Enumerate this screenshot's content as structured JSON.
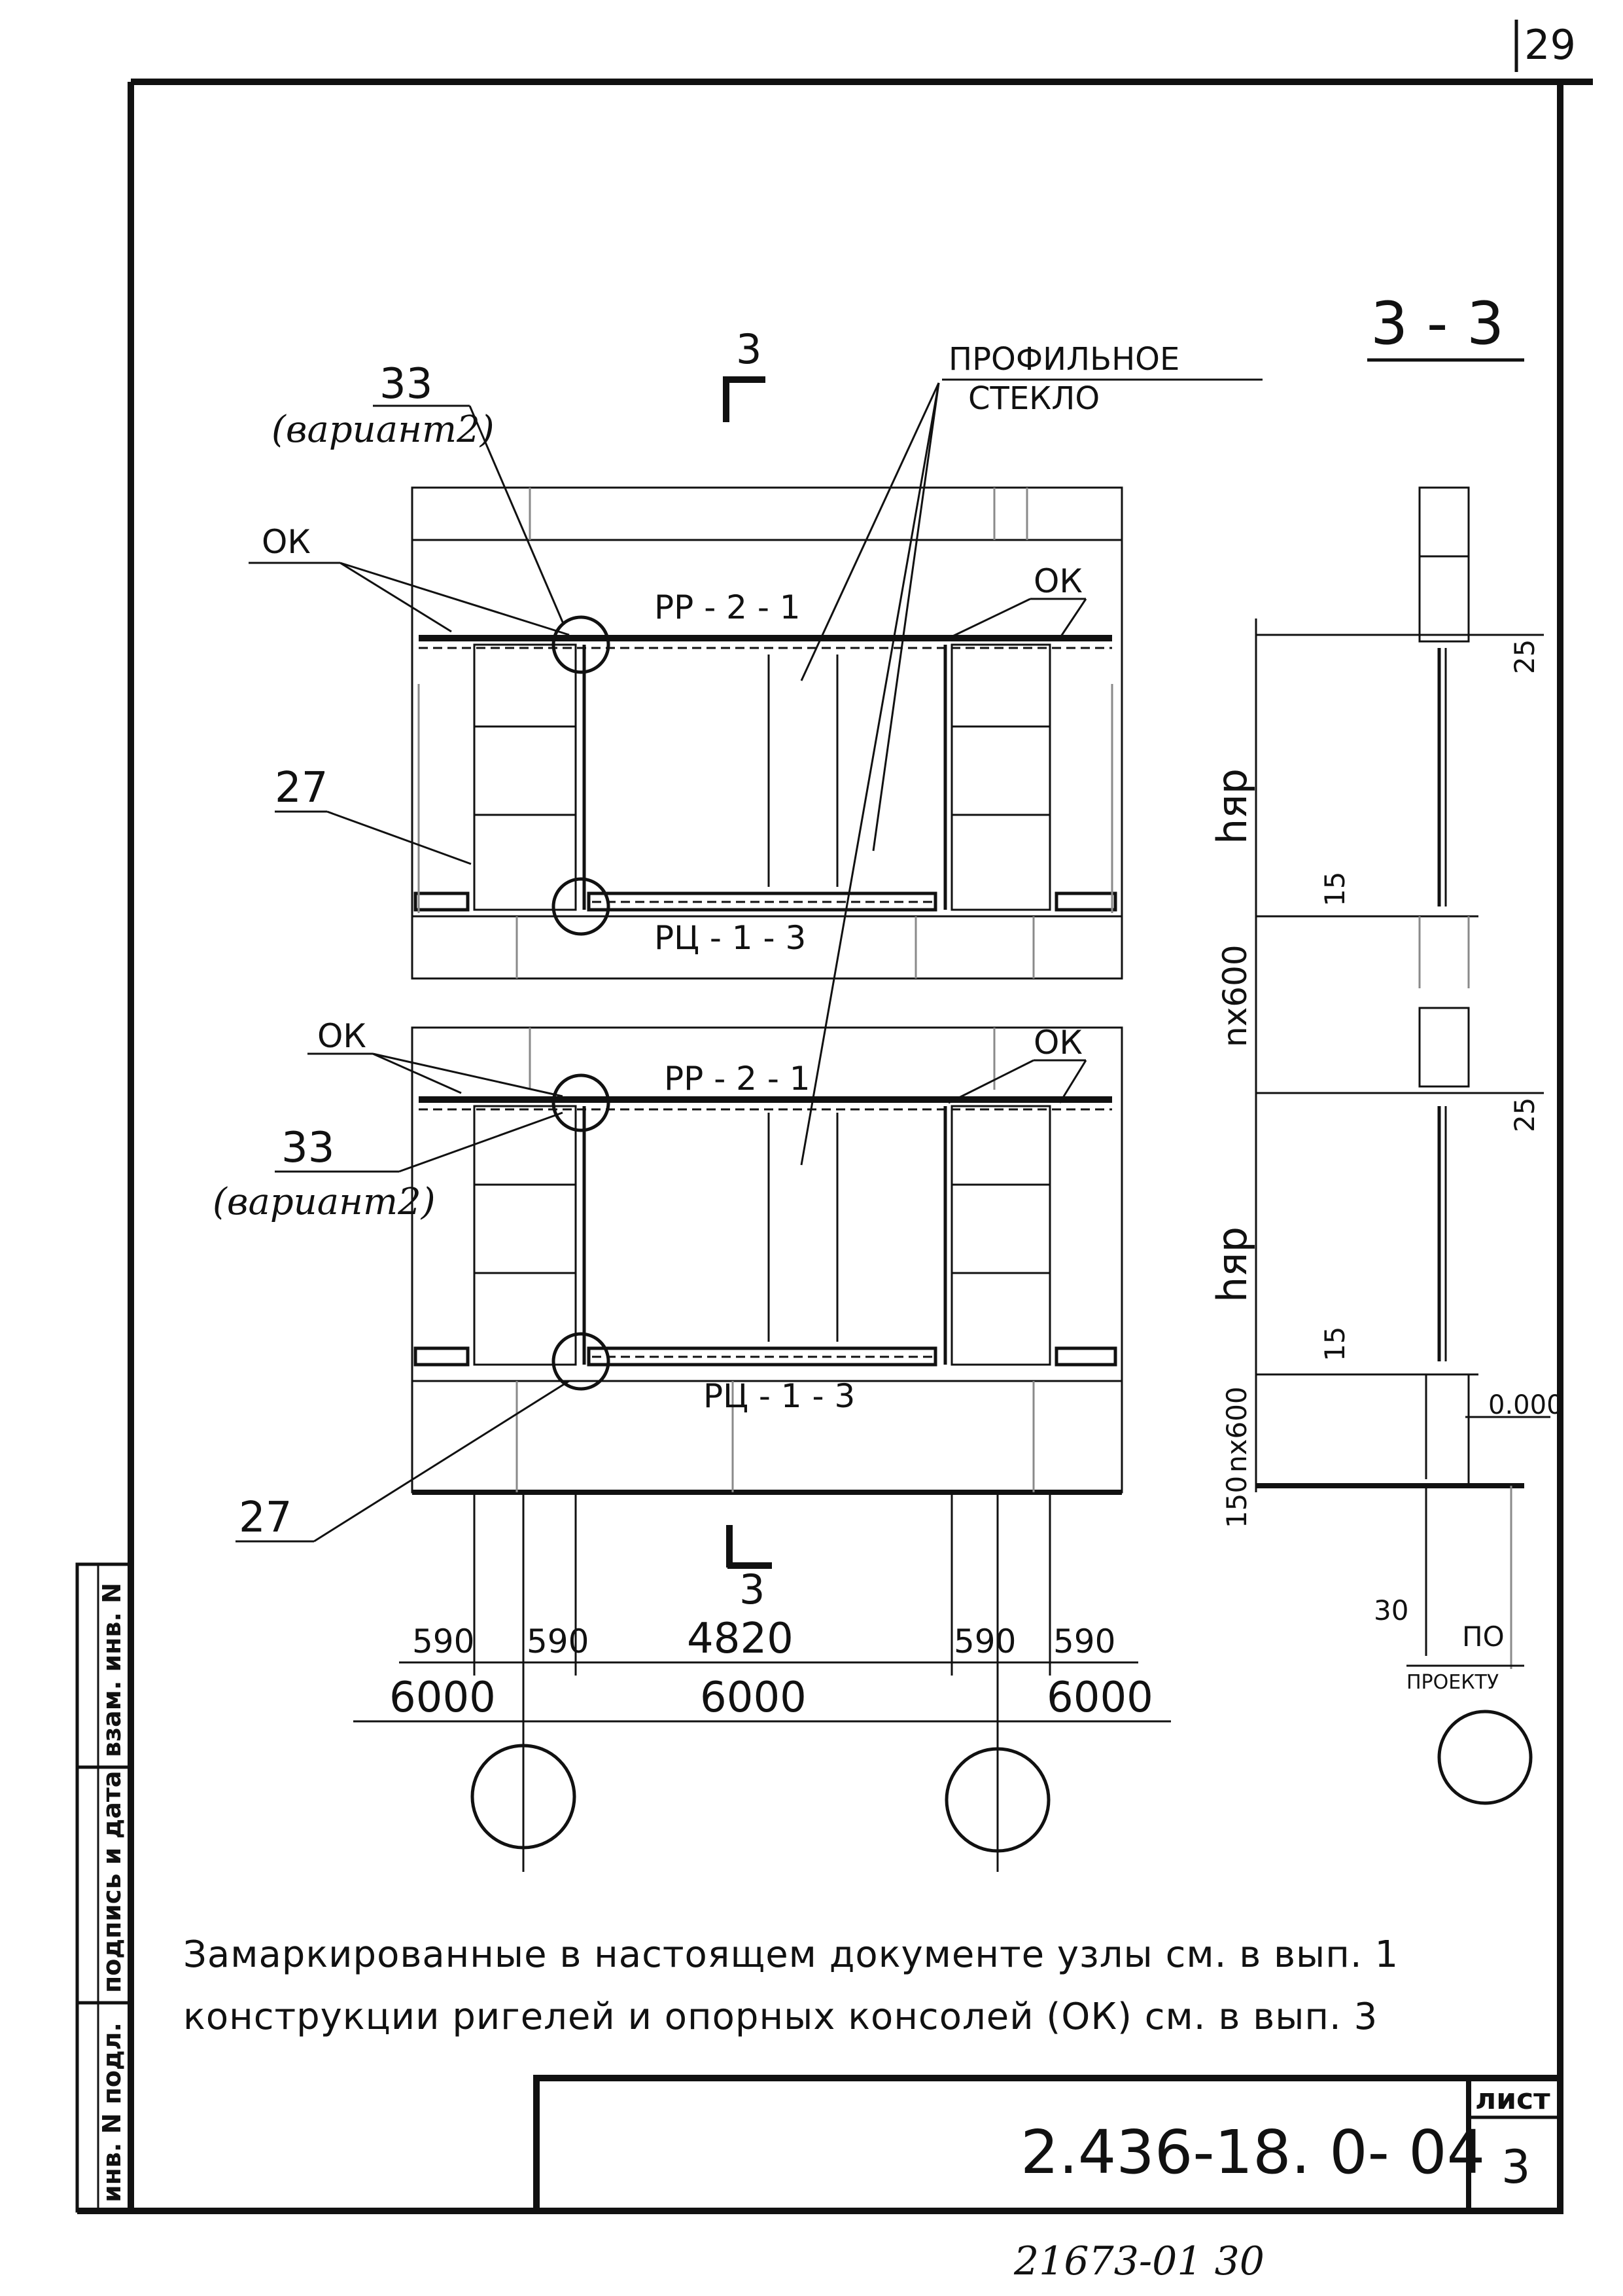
{
  "sheet": {
    "page_number": "29",
    "section_label": "3 - 3",
    "cut_marker": "3",
    "document_code": "2.436-18. 0- 04",
    "sheet_label": "лист",
    "sheet_number": "3",
    "archive_number": "21673-01   30"
  },
  "labels": {
    "profiled_glass_line1": "ПРОФИЛЬНОЕ",
    "profiled_glass_line2": "СТЕКЛО",
    "node_33": "33",
    "variant_2_top": "(вариант2)",
    "variant_2_bottom": "(вариант2)",
    "ok": "ОК",
    "rr_2_1": "РР - 2 - 1",
    "rc_1_3": "РЦ - 1 - 3",
    "rc_1_3_b": "РЦ - 1 - 3",
    "node_27": "27"
  },
  "dimensions": {
    "d590": "590",
    "d4820": "4820",
    "d6000": "6000",
    "d25": "25",
    "d15": "15",
    "h_rr": "hяр",
    "nx600": "nх600",
    "d150": "150",
    "d30": "30",
    "level_0": "0.000",
    "by_project_1": "ПО",
    "by_project_2": "ПРОЕКТУ"
  },
  "notes": {
    "line1": "Замаркированные в настоящем документе узлы см. в вып. 1",
    "line2": "конструкции ригелей и опорных консолей (ОК) см. в вып. 3"
  },
  "stamp": {
    "inv_orig": "инв. N подл.",
    "sign_date": "подпись и дата",
    "replace_inv": "взам. инв. N"
  }
}
